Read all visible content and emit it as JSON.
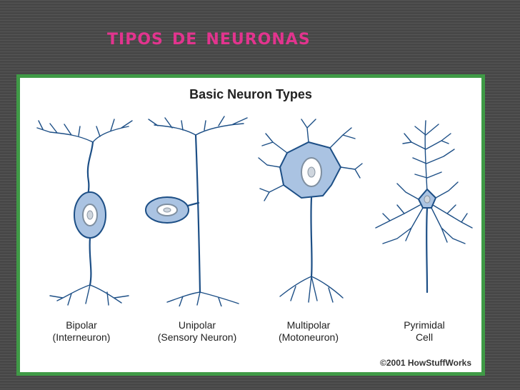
{
  "slide": {
    "title": "Tipos de neuronas"
  },
  "figure": {
    "title": "Basic Neuron Types",
    "credit": "©2001 HowStuffWorks",
    "neurons": [
      {
        "line1": "Bipolar",
        "line2": "(Interneuron)"
      },
      {
        "line1": "Unipolar",
        "line2": "(Sensory Neuron)"
      },
      {
        "line1": "Multipolar",
        "line2": "(Motoneuron)"
      },
      {
        "line1": "Pyrimidal",
        "line2": "Cell"
      }
    ]
  },
  "colors": {
    "title": "#e2348e",
    "frame": "#3f9a46",
    "neuron": "#1d4f86",
    "soma_fill": "#aac3e2"
  }
}
